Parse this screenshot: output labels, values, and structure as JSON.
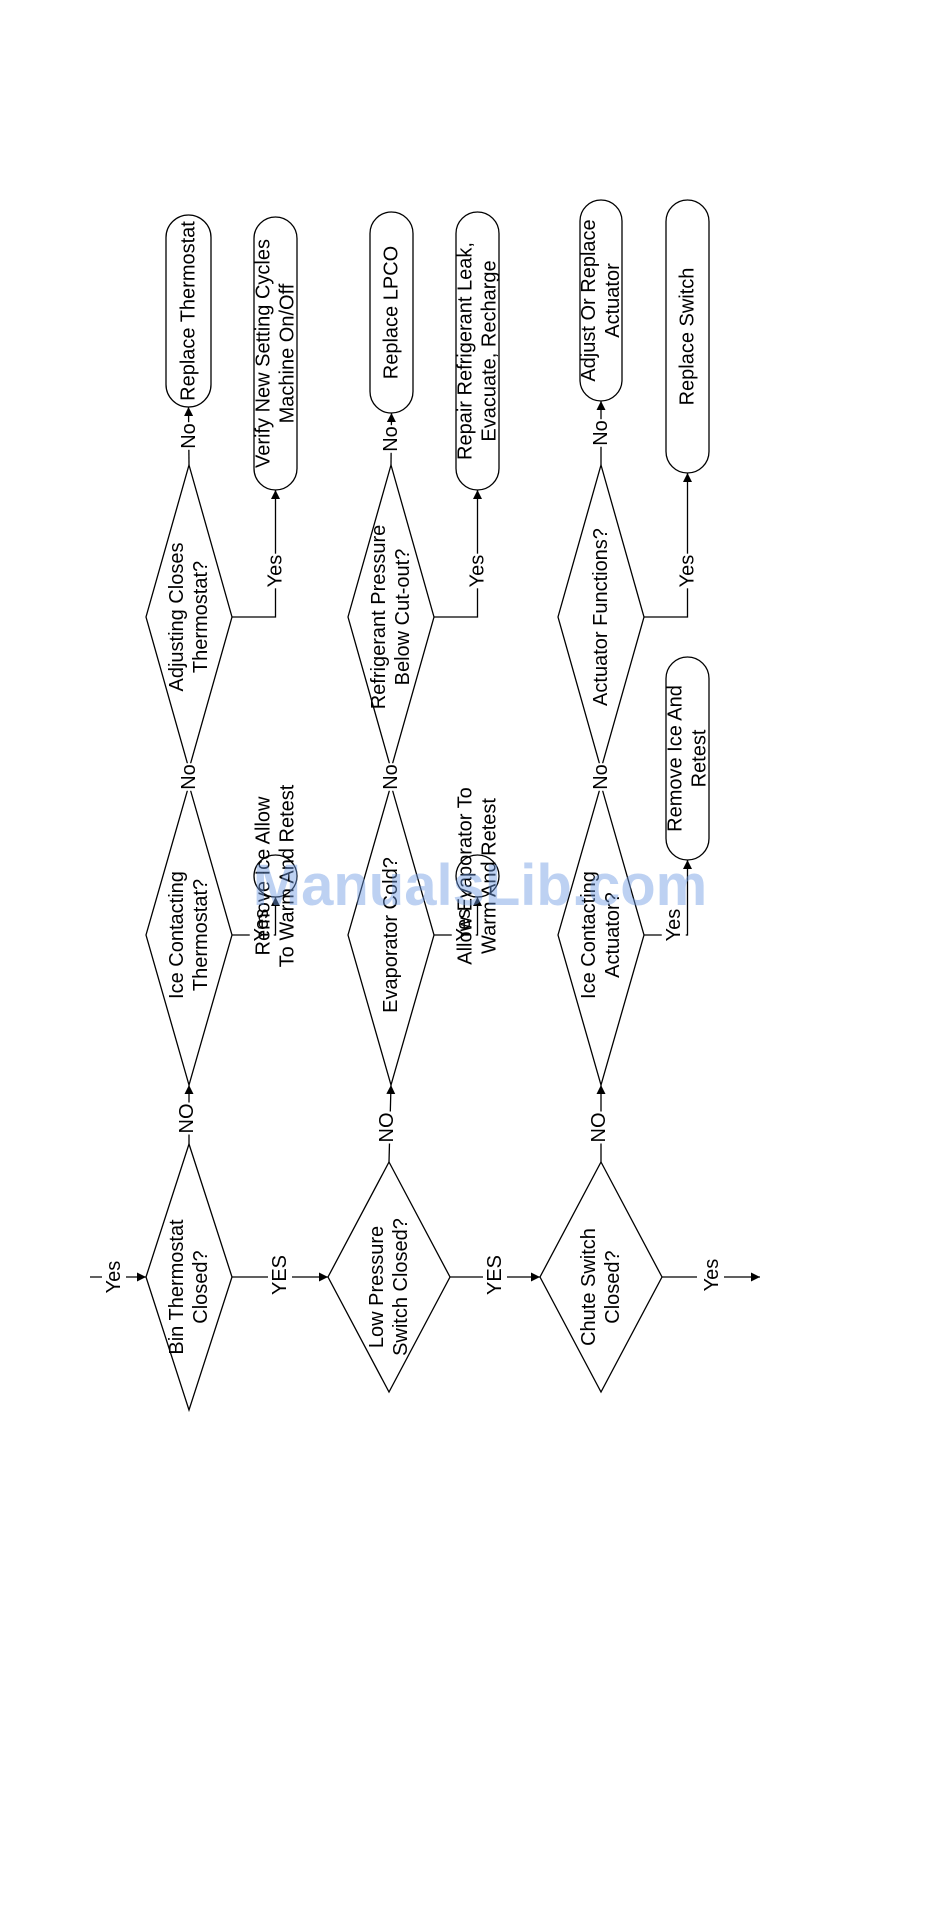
{
  "watermark": "ManualsLib.com",
  "entry_label": "Yes",
  "exit_label": "Yes",
  "rows": [
    {
      "check": [
        "Bin Thermostat",
        "Closed?"
      ],
      "yes_label": "YES",
      "no_label": "NO",
      "q1": [
        "Ice Contacting",
        "Thermostat?"
      ],
      "q1_yes_label": "Yes",
      "q1_no_label": "No",
      "q1_yes_action": [
        "Remove Ice Allow",
        "To Warm And Retest"
      ],
      "q2": [
        "Adjusting Closes",
        "Thermostat?"
      ],
      "q2_yes_label": "Yes",
      "q2_no_label": "No",
      "q2_yes_action": [
        "Verify New Setting Cycles",
        "Machine On/Off"
      ],
      "q2_no_action": [
        "Replace Thermostat"
      ]
    },
    {
      "check": [
        "Low Pressure",
        "Switch Closed?"
      ],
      "yes_label": "YES",
      "no_label": "NO",
      "q1": [
        "Evaporator Cold?"
      ],
      "q1_yes_label": "Yes",
      "q1_no_label": "No",
      "q1_yes_action": [
        "Allow Evaporator To",
        "Warm And Retest"
      ],
      "q2": [
        "Refrigerant Pressure",
        "Below Cut-out?"
      ],
      "q2_yes_label": "Yes",
      "q2_no_label": "No",
      "q2_yes_action": [
        "Repair Refrigerant Leak,",
        "Evacuate, Recharge"
      ],
      "q2_no_action": [
        "Replace LPCO"
      ]
    },
    {
      "check": [
        "Chute Switch",
        "Closed?"
      ],
      "yes_label": "Yes",
      "no_label": "NO",
      "q1": [
        "Ice Contacting",
        "Actuator?"
      ],
      "q1_yes_label": "Yes",
      "q1_no_label": "No",
      "q1_yes_action": [
        "Remove Ice And",
        "Retest"
      ],
      "q2": [
        "Actuator Functions?"
      ],
      "q2_yes_label": "Yes",
      "q2_no_label": "No",
      "q2_yes_action": [
        "Replace Switch"
      ],
      "q2_no_action": [
        "Adjust Or Replace",
        "Actuator"
      ]
    }
  ]
}
